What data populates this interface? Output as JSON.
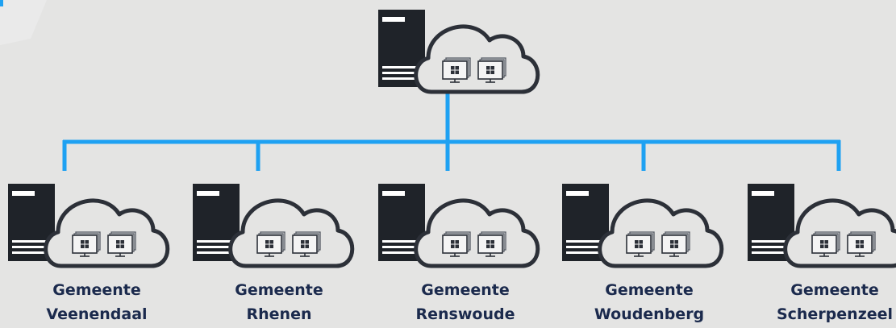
{
  "diagram": {
    "colors": {
      "background": "#e4e4e3",
      "connector": "#1ea1f2",
      "server": "#1f2329",
      "cloud_stroke": "#2c3038",
      "label_text": "#1b2a4d"
    },
    "icons": {
      "top_node": [
        "server-icon",
        "cloud-icon",
        "desktop-stack-icon",
        "windows-logo-icon"
      ],
      "site_node": [
        "server-icon",
        "cloud-icon",
        "desktop-stack-icon",
        "windows-logo-icon"
      ]
    },
    "sites": [
      {
        "line1": "Gemeente",
        "line2": "Veenendaal"
      },
      {
        "line1": "Gemeente",
        "line2": "Rhenen"
      },
      {
        "line1": "Gemeente",
        "line2": "Renswoude"
      },
      {
        "line1": "Gemeente",
        "line2": "Woudenberg"
      },
      {
        "line1": "Gemeente",
        "line2": "Scherpenzeel"
      }
    ]
  }
}
